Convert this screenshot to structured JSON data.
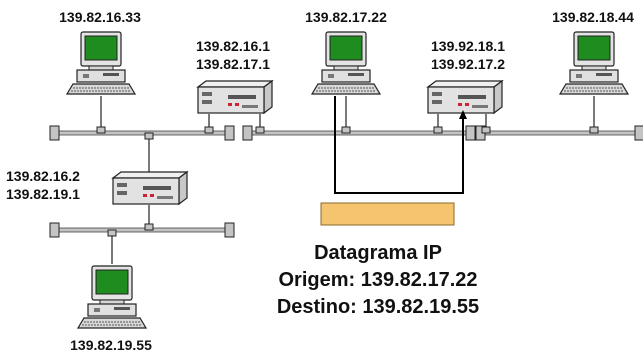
{
  "hosts": {
    "top_left": "139.82.16.33",
    "top_middle": "139.82.17.22",
    "top_right": "139.82.18.44",
    "bottom": "139.82.19.55"
  },
  "routers": {
    "router_a": [
      "139.82.16.1",
      "139.82.17.1"
    ],
    "router_b": [
      "139.92.18.1",
      "139.92.17.2"
    ],
    "router_c": [
      "139.82.16.2",
      "139.82.19.1"
    ]
  },
  "datagram": {
    "title": "Datagrama IP",
    "origin": "Origem: 139.82.17.22",
    "destination": "Destino: 139.82.19.55"
  },
  "colors": {
    "screen": "#1e8c1e",
    "packet": "#f5c46e",
    "network": "#c4c4c4",
    "arrow": "#000000"
  }
}
